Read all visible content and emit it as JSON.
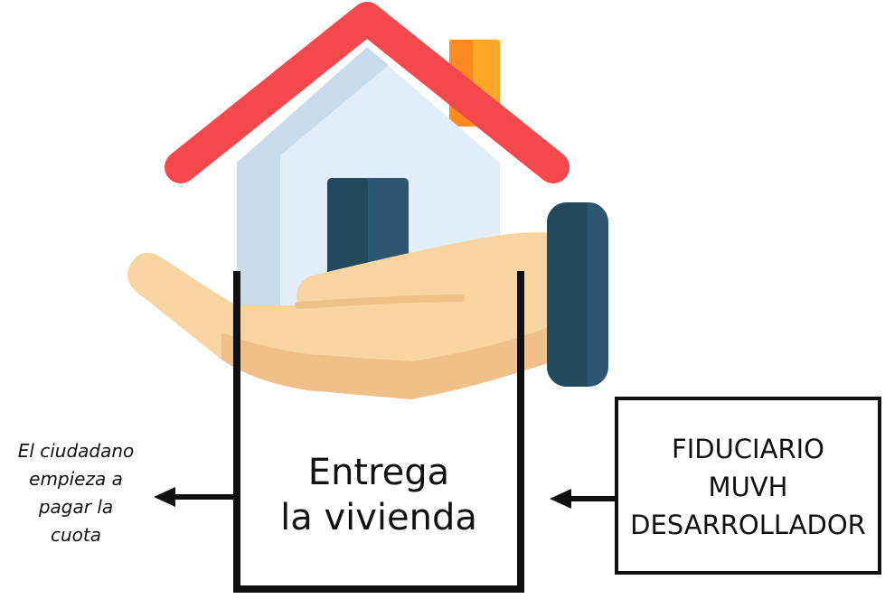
{
  "center_box": {
    "line1": "Entrega",
    "line2": "la vivienda"
  },
  "right_box": {
    "line1": "FIDUCIARIO",
    "line2": "MUVH",
    "line3": "DESARROLLADOR"
  },
  "left_note": {
    "line1": "El ciudadano",
    "line2": "empieza a",
    "line3": "pagar la",
    "line4": "cuota"
  },
  "icons": {
    "main": "hand-holding-house-icon",
    "arrow_in": "arrow-left-icon",
    "arrow_out": "arrow-left-icon"
  },
  "colors": {
    "roof": "#F5484D",
    "chimney": "#FFA726",
    "house_wall": "#E1EDF8",
    "house_shadow": "#C6D8E8",
    "door": "#234A5C",
    "hand": "#F8D4A0",
    "hand_shadow": "#EFC08A",
    "cuff": "#2D5670"
  }
}
